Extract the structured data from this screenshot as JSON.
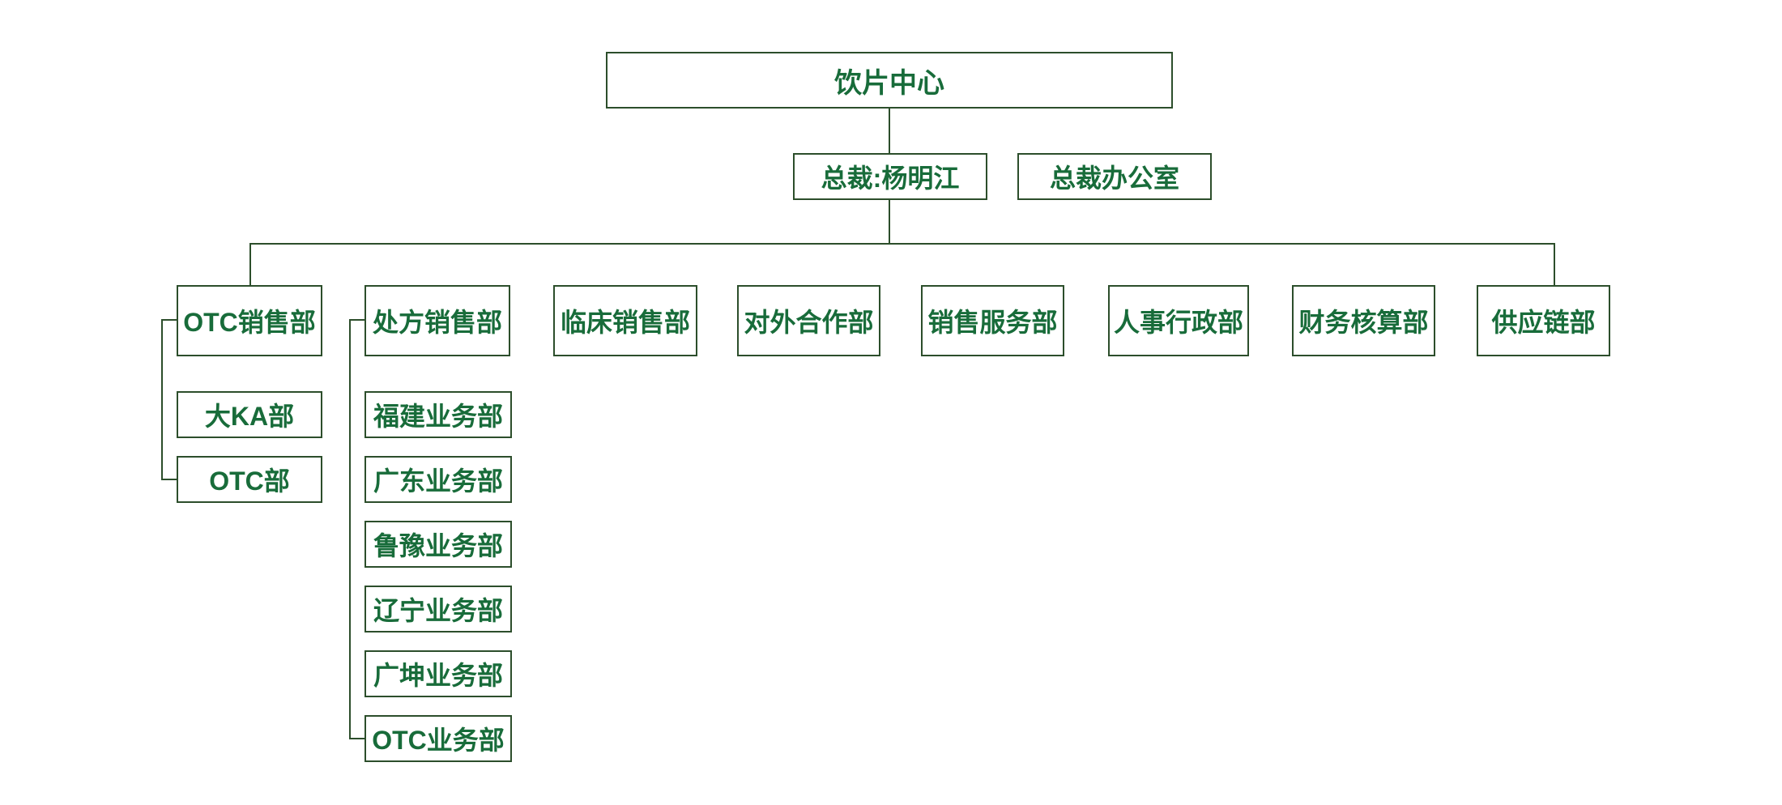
{
  "page": {
    "kind": "org-chart",
    "background": "#ffffff"
  },
  "colors": {
    "box_border": "#2c4e2b",
    "box_fill": "#ffffff",
    "text": "#186c3a",
    "connector": "#2c4e2b"
  },
  "org_chart": {
    "root": {
      "label": "饮片中心"
    },
    "executive": {
      "president": {
        "label": "总裁:杨明江"
      },
      "office": {
        "label": "总裁办公室"
      }
    },
    "departments": [
      {
        "label": "OTC销售部",
        "children": [
          {
            "label": "大KA部"
          },
          {
            "label": "OTC部"
          }
        ]
      },
      {
        "label": "处方销售部",
        "children": [
          {
            "label": "福建业务部"
          },
          {
            "label": "广东业务部"
          },
          {
            "label": "鲁豫业务部"
          },
          {
            "label": "辽宁业务部"
          },
          {
            "label": "广坤业务部"
          },
          {
            "label": "OTC业务部"
          }
        ]
      },
      {
        "label": "临床销售部",
        "children": []
      },
      {
        "label": "对外合作部",
        "children": []
      },
      {
        "label": "销售服务部",
        "children": []
      },
      {
        "label": "人事行政部",
        "children": []
      },
      {
        "label": "财务核算部",
        "children": []
      },
      {
        "label": "供应链部",
        "children": []
      }
    ]
  }
}
